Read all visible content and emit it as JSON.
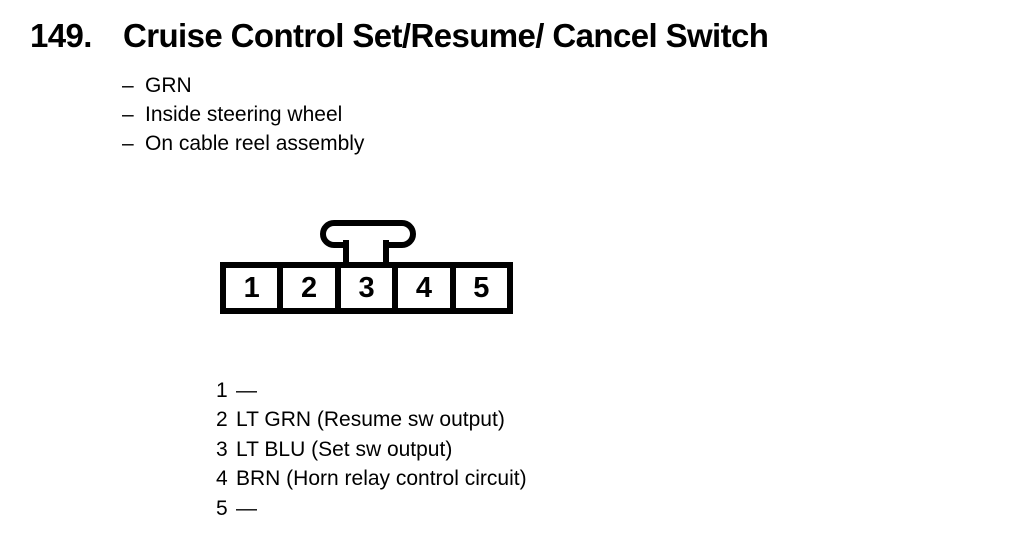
{
  "page": {
    "background": "#ffffff",
    "ink": "#000000"
  },
  "title": {
    "number": "149.",
    "text": "Cruise Control Set/Resume/ Cancel Switch"
  },
  "details": {
    "bullet_char": "–",
    "items": [
      "GRN",
      "Inside steering wheel",
      "On cable reel assembly"
    ]
  },
  "connector": {
    "pins": [
      "1",
      "2",
      "3",
      "4",
      "5"
    ]
  },
  "pinout": [
    {
      "num": "1",
      "label": "—"
    },
    {
      "num": "2",
      "label": "LT GRN (Resume sw output)"
    },
    {
      "num": "3",
      "label": "LT BLU (Set sw output)"
    },
    {
      "num": "4",
      "label": "BRN (Horn relay control circuit)"
    },
    {
      "num": "5",
      "label": "—"
    }
  ]
}
